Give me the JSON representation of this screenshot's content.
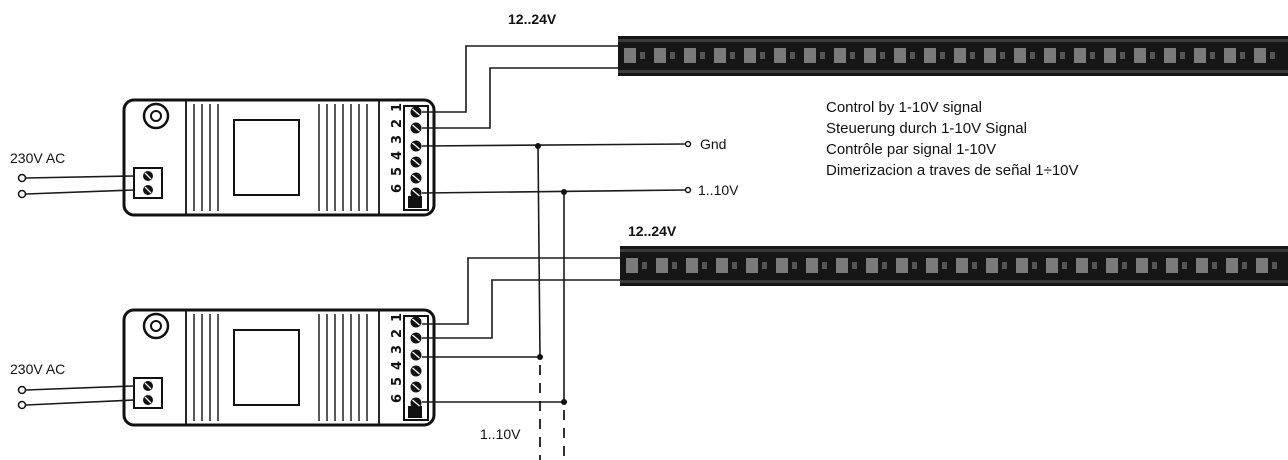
{
  "supply_voltage": "12..24V",
  "mains_label": "230V AC",
  "gnd_label": "Gnd",
  "control_label": "1..10V",
  "terminal_numbers": [
    "6",
    "5",
    "4",
    "3",
    "2",
    "1"
  ],
  "description": [
    "Control by 1-10V signal",
    "Steuerung durch 1-10V Signal",
    "Contrôle par signal 1-10V",
    "Dimerizacion a traves de señal 1÷10V"
  ],
  "colors": {
    "line": "#1a1a1a",
    "strip": "#161616",
    "led": "#7a7a7a"
  }
}
